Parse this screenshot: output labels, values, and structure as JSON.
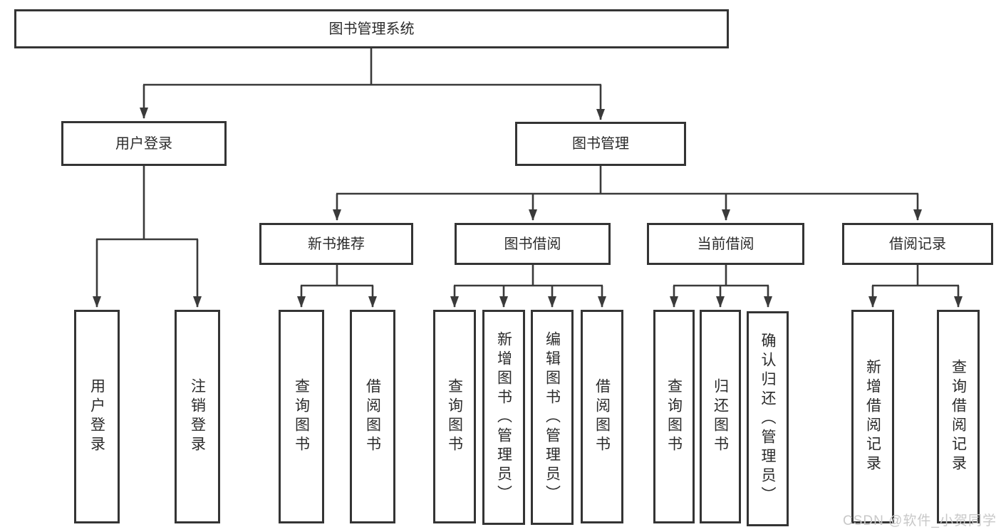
{
  "diagram_title": "图书管理系统",
  "watermark": "CSDN @软件_小贺同学",
  "colors": {
    "line": "#3a3a3a",
    "box_border": "#343434",
    "text": "#2b2b2b",
    "watermark_text": "#c8c8c8",
    "background": "#ffffff"
  },
  "tree": {
    "label": "图书管理系统",
    "children": [
      {
        "label": "用户登录",
        "children": [
          {
            "label": "用户登录"
          },
          {
            "label": "注销登录"
          }
        ]
      },
      {
        "label": "图书管理",
        "children": [
          {
            "label": "新书推荐",
            "children": [
              {
                "label": "查询图书"
              },
              {
                "label": "借阅图书"
              }
            ]
          },
          {
            "label": "图书借阅",
            "children": [
              {
                "label": "查询图书"
              },
              {
                "label": "新增图书（管理员）"
              },
              {
                "label": "编辑图书（管理员）"
              },
              {
                "label": "借阅图书"
              }
            ]
          },
          {
            "label": "当前借阅",
            "children": [
              {
                "label": "查询图书"
              },
              {
                "label": "归还图书"
              },
              {
                "label": "确认归还（管理员）"
              }
            ]
          },
          {
            "label": "借阅记录",
            "children": [
              {
                "label": "新增借阅记录"
              },
              {
                "label": "查询借阅记录"
              }
            ]
          }
        ]
      }
    ]
  }
}
